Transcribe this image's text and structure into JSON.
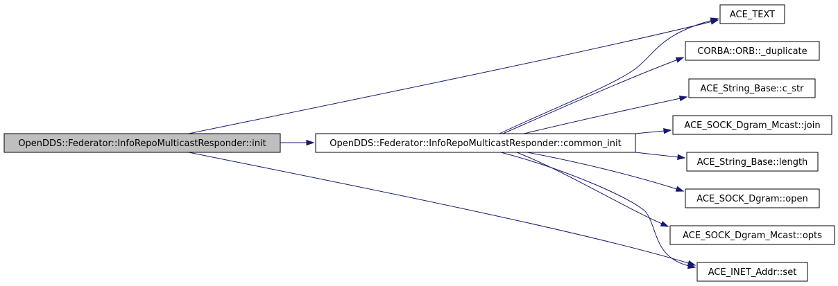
{
  "graph": {
    "nodes": [
      {
        "id": "root",
        "label": "OpenDDS::Federator::InfoRepoMulticastResponder::init",
        "highlighted": true
      },
      {
        "id": "common_init",
        "label": "OpenDDS::Federator::InfoRepoMulticastResponder::common_init",
        "highlighted": false
      },
      {
        "id": "ace_text",
        "label": "ACE_TEXT",
        "highlighted": false
      },
      {
        "id": "orb_dup",
        "label": "CORBA::ORB::_duplicate",
        "highlighted": false
      },
      {
        "id": "c_str",
        "label": "ACE_String_Base::c_str",
        "highlighted": false
      },
      {
        "id": "mcast_join",
        "label": "ACE_SOCK_Dgram_Mcast::join",
        "highlighted": false
      },
      {
        "id": "length",
        "label": "ACE_String_Base::length",
        "highlighted": false
      },
      {
        "id": "dgram_open",
        "label": "ACE_SOCK_Dgram::open",
        "highlighted": false
      },
      {
        "id": "mcast_opts",
        "label": "ACE_SOCK_Dgram_Mcast::opts",
        "highlighted": false
      },
      {
        "id": "inet_set",
        "label": "ACE_INET_Addr::set",
        "highlighted": false
      }
    ],
    "edges": [
      {
        "from": "root",
        "to": "common_init"
      },
      {
        "from": "root",
        "to": "ace_text"
      },
      {
        "from": "root",
        "to": "inet_set"
      },
      {
        "from": "common_init",
        "to": "ace_text"
      },
      {
        "from": "common_init",
        "to": "orb_dup"
      },
      {
        "from": "common_init",
        "to": "c_str"
      },
      {
        "from": "common_init",
        "to": "mcast_join"
      },
      {
        "from": "common_init",
        "to": "length"
      },
      {
        "from": "common_init",
        "to": "dgram_open"
      },
      {
        "from": "common_init",
        "to": "mcast_opts"
      },
      {
        "from": "common_init",
        "to": "inet_set"
      }
    ],
    "colors": {
      "edge": "#191970",
      "node_border": "#000000",
      "node_fill": "#ffffff",
      "highlight_fill": "#bfbfbf"
    }
  }
}
